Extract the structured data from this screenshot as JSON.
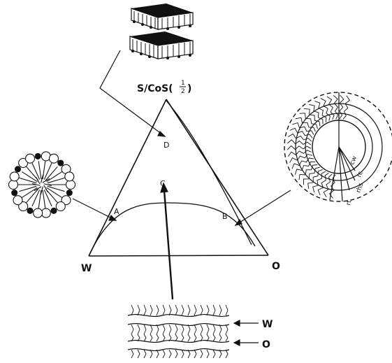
{
  "diagram": {
    "apex_top_label": "S/CoS(",
    "apex_top_frac_num": "1",
    "apex_top_frac_den": "2",
    "apex_top_close": ")",
    "apex_left_label": "W",
    "apex_right_label": "O",
    "point_a": "A",
    "point_b": "B",
    "point_c": "C",
    "point_d": "D",
    "layer_label_w": "W",
    "layer_label_o": "O",
    "radius_labels": [
      "cw",
      "rc",
      "rhs",
      "rt"
    ]
  }
}
